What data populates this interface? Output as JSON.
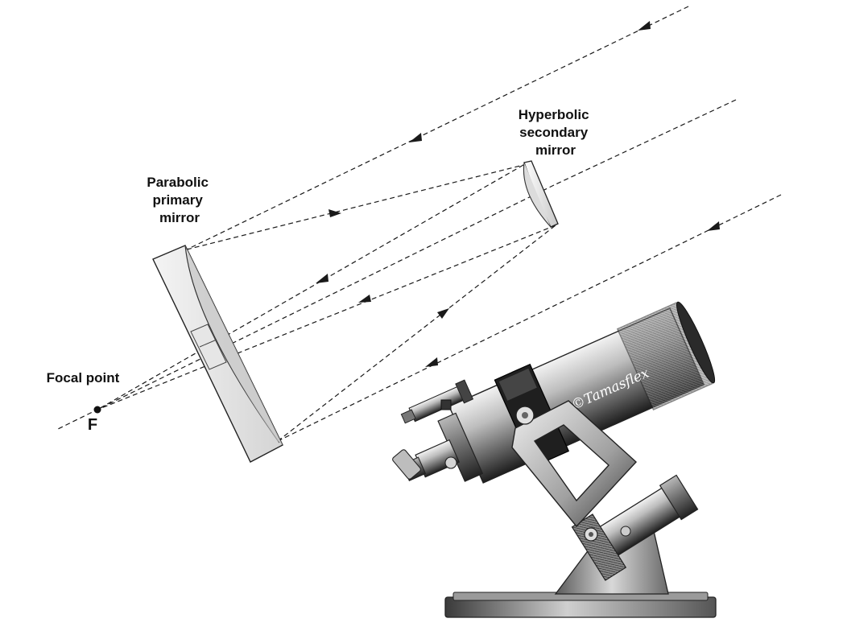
{
  "labels": {
    "secondary_mirror": [
      "Hyperbolic",
      "secondary",
      "mirror"
    ],
    "primary_mirror": [
      "Parabolic",
      "primary",
      "mirror"
    ],
    "focal_point": "Focal point",
    "focal_symbol": "F"
  },
  "watermark": "©Tamasflex",
  "colors": {
    "ink": "#1a1a1a",
    "background": "#ffffff"
  }
}
